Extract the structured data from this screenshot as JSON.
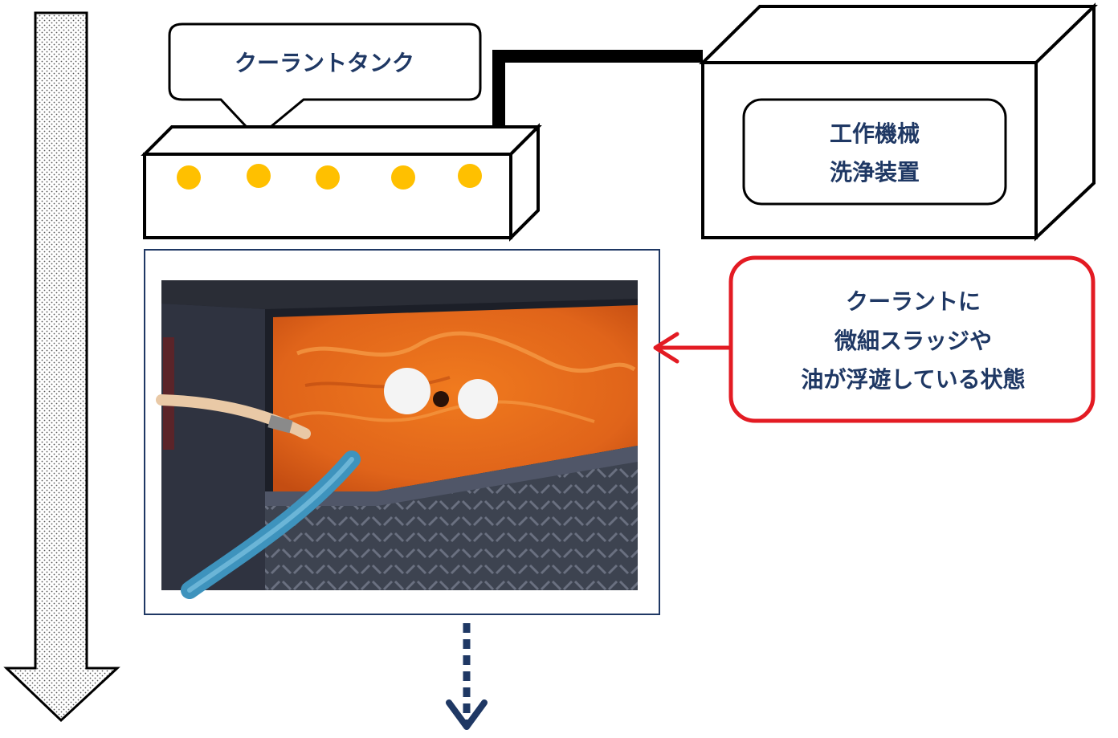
{
  "callout": {
    "label": "クーラントタンク"
  },
  "machine": {
    "line1": "工作機械",
    "line2": "洗浄装置"
  },
  "note": {
    "line1": "クーラントに",
    "line2": "微細スラッジや",
    "line3": "油が浮遊している状態",
    "border_color": "#e31b23"
  },
  "photo": {
    "subject": "coolant-tank-photo"
  },
  "colors": {
    "text": "#1f3864",
    "dot": "#ffc000",
    "accent": "#e31b23"
  }
}
